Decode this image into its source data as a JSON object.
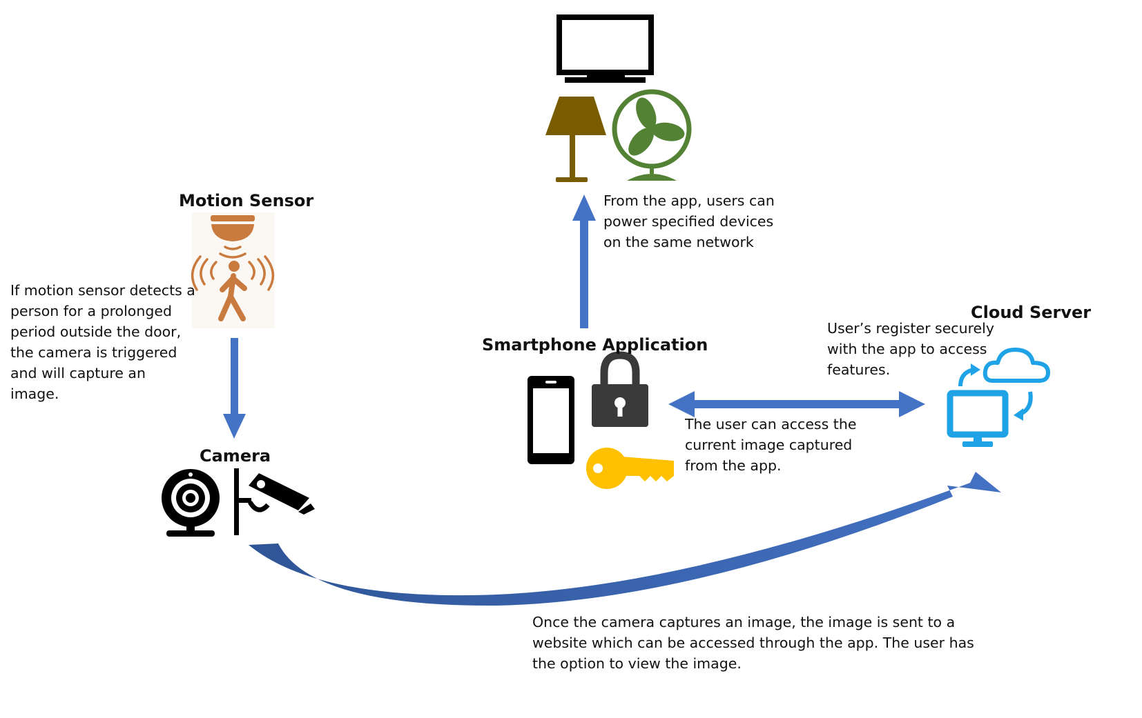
{
  "colors": {
    "arrow": "#4472C4",
    "arrow_dark": "#2F5597",
    "sensor": "#C97B3F",
    "lamp": "#7A5C00",
    "fan": "#548235",
    "lock": "#3A3A3A",
    "key": "#FFC000",
    "cloud": "#1FA3E6",
    "black": "#000000"
  },
  "icons": {
    "monitor": "television-icon",
    "lamp": "floor-lamp-icon",
    "fan": "fan-icon",
    "motion": "motion-sensor-icon",
    "webcam": "webcam-icon",
    "cctv": "security-camera-icon",
    "phone": "smartphone-icon",
    "lock": "padlock-icon",
    "key": "key-icon",
    "cloud": "cloud-server-icon"
  },
  "nodes": {
    "motion_sensor": {
      "title": "Motion Sensor"
    },
    "camera": {
      "title": "Camera"
    },
    "smartphone": {
      "title": "Smartphone Application"
    },
    "cloud": {
      "title": "Cloud Server"
    }
  },
  "notes": {
    "motion": [
      "If motion sensor detects a",
      "person for a prolonged",
      "period outside the door,",
      "the camera is triggered",
      "and will capture an",
      "image."
    ],
    "devices": [
      "From the app, users can",
      "power specified devices",
      "on the same network"
    ],
    "register": [
      "User’s register securely",
      "with the app to access",
      "features."
    ],
    "access": [
      "The user can access the",
      "current image captured",
      "from the app."
    ],
    "upload": [
      "Once the camera captures an image, the image is sent to a",
      "website which can be accessed through the app. The user has",
      "the option to view the image."
    ]
  }
}
